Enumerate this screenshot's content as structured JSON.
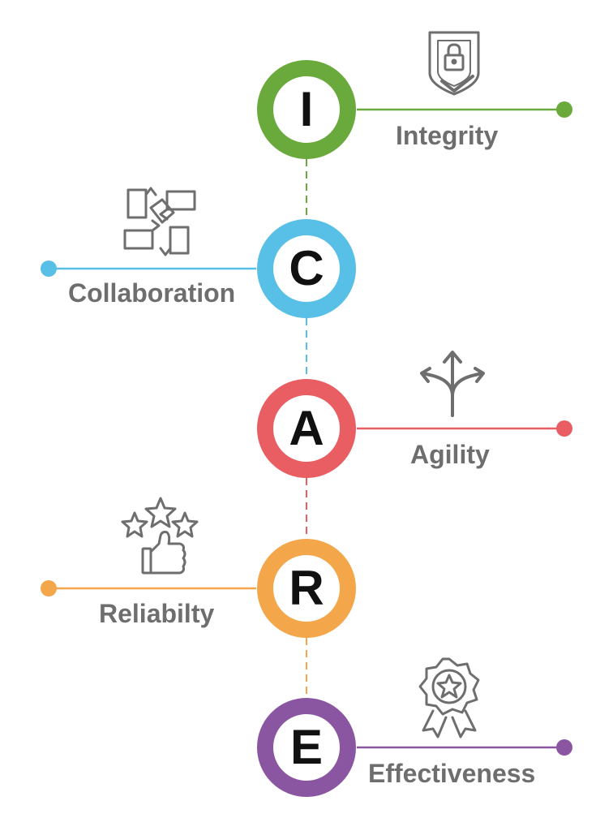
{
  "colors": {
    "integrity": "#6aaa3c",
    "collaboration": "#58bfe6",
    "agility": "#e85e63",
    "reliability": "#f3a64a",
    "effectiveness": "#8b56a1",
    "label_gray": "#6e6e6e",
    "icon_gray": "#6e6e6e"
  },
  "values": [
    {
      "letter": "I",
      "label": "Integrity",
      "icon": "shield-lock-icon"
    },
    {
      "letter": "C",
      "label": "Collaboration",
      "icon": "hands-teamwork-icon"
    },
    {
      "letter": "A",
      "label": "Agility",
      "icon": "diverging-arrows-icon"
    },
    {
      "letter": "R",
      "label": "Reliabilty",
      "icon": "stars-thumbs-up-icon"
    },
    {
      "letter": "E",
      "label": "Effectiveness",
      "icon": "award-ribbon-icon"
    }
  ]
}
